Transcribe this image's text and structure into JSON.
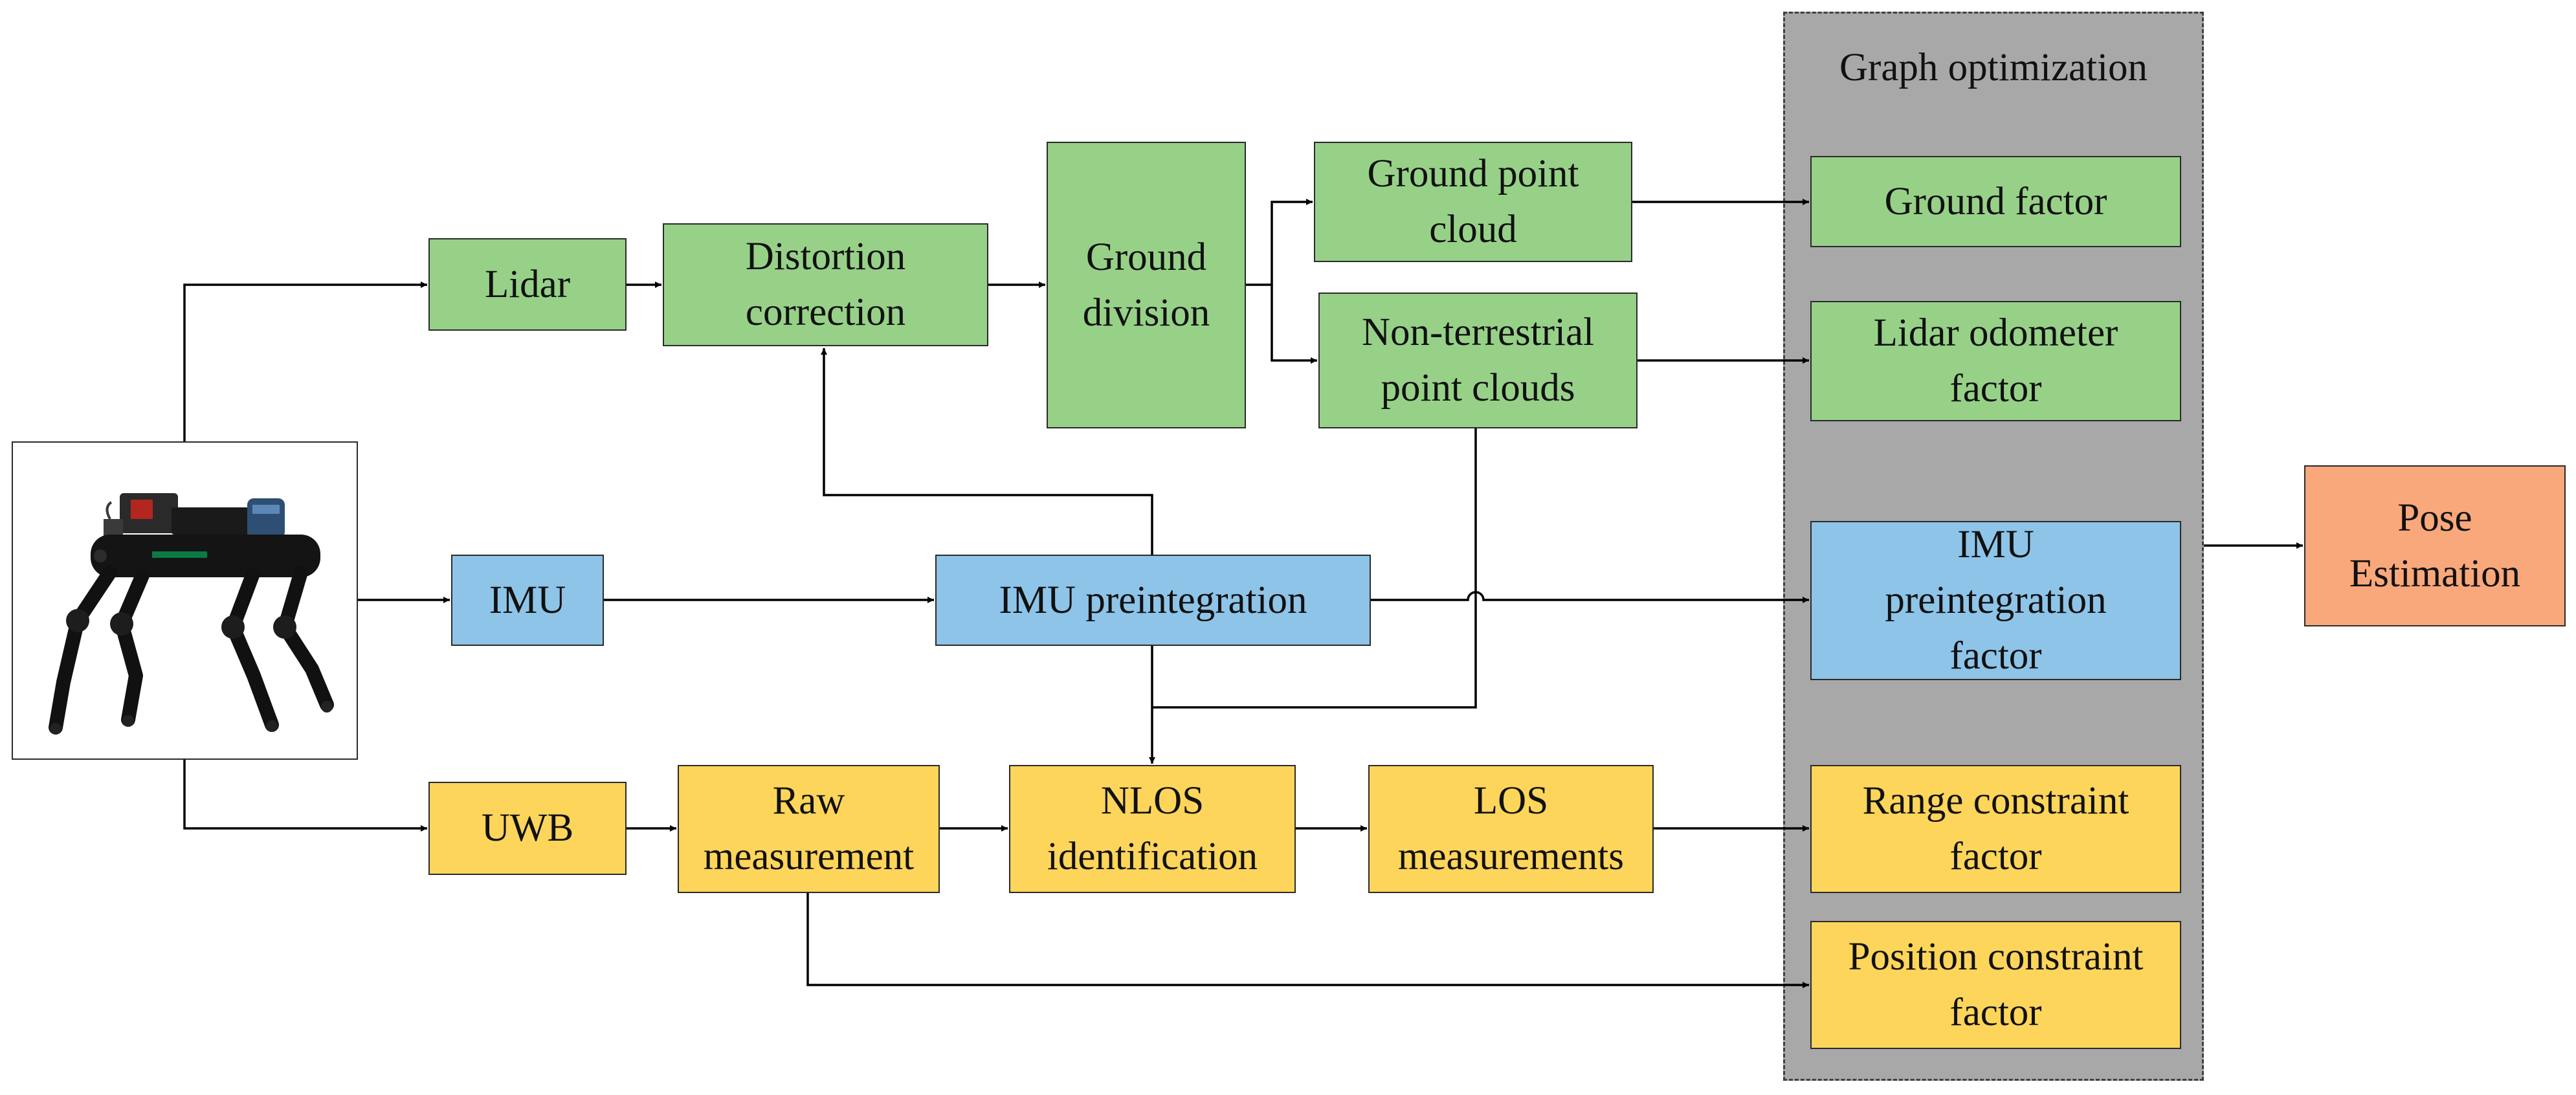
{
  "graph_optimization": {
    "title": "Graph optimization",
    "factors": {
      "ground": "Ground factor",
      "lidar_odometer": "Lidar odometer\nfactor",
      "imu_preintegration": "IMU\npreintegration\nfactor",
      "range_constraint": "Range constraint\nfactor",
      "position_constraint": "Position constraint\nfactor"
    }
  },
  "nodes": {
    "lidar": "Lidar",
    "distortion_correction": "Distortion\ncorrection",
    "ground_division": "Ground\ndivision",
    "ground_point_cloud": "Ground point\ncloud",
    "non_terrestrial": "Non-terrestrial\npoint clouds",
    "imu": "IMU",
    "imu_preintegration": "IMU preintegration",
    "uwb": "UWB",
    "raw_measurement": "Raw\nmeasurement",
    "nlos_identification": "NLOS\nidentification",
    "los_measurements": "LOS\nmeasurements",
    "pose_estimation": "Pose\nEstimation"
  },
  "colors": {
    "lidar_branch": "#97d188",
    "imu_branch": "#8ec4e8",
    "uwb_branch": "#fdd55b",
    "output": "#f8a87b",
    "panel": "#a8a8a8",
    "line": "#000000"
  },
  "image": {
    "subject": "quadruped-robot"
  }
}
